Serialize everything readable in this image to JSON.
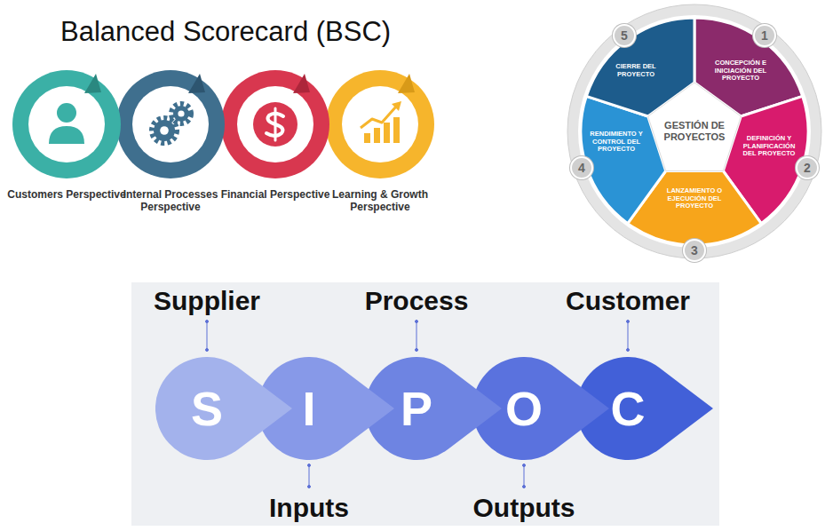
{
  "diagram": {
    "title": "Balanced Scorecard (BSC)",
    "nodes": [
      {
        "text": [
          "Customers Perspective"
        ]
      },
      {
        "text": [
          "Internal Processes Perspective"
        ]
      },
      {
        "text": [
          "Financial Perspective"
        ]
      },
      {
        "text": [
          "Learning & Growth Perspective"
        ]
      },
      {
        "text": [
          "GESTIÓN DE PROYECTOS"
        ]
      },
      {
        "text": [
          "CONCEPCIÓN E INICIACIÓN DEL PROYECTO"
        ]
      },
      {
        "text": [
          "DEFINICIÓN Y PLANIFICACIÓN DEL PROYECTO"
        ]
      },
      {
        "text": [
          "LANZAMIENTO O EJECUCIÓN DEL PROYECTO"
        ]
      },
      {
        "text": [
          "RENDIMIENTO Y CONTROL DEL PROYECTO"
        ]
      },
      {
        "text": [
          "CIERRE DEL PROYECTO"
        ]
      },
      {
        "text": [
          "1"
        ]
      },
      {
        "text": [
          "2"
        ]
      },
      {
        "text": [
          "3"
        ]
      },
      {
        "text": [
          "4"
        ]
      },
      {
        "text": [
          "5"
        ]
      },
      {
        "text": [
          "S",
          "Supplier"
        ]
      },
      {
        "text": [
          "I",
          "Inputs"
        ]
      },
      {
        "text": [
          "P",
          "Process"
        ]
      },
      {
        "text": [
          "O",
          "Outputs"
        ]
      },
      {
        "text": [
          "C",
          "Customer"
        ]
      }
    ]
  }
}
